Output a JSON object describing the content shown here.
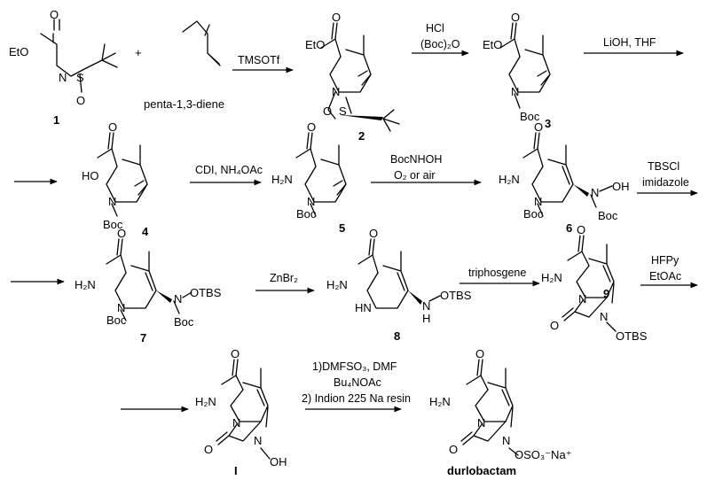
{
  "scheme": {
    "compounds": [
      {
        "id": "c1",
        "number": "1"
      },
      {
        "id": "diene",
        "name": "penta-1,3-diene"
      },
      {
        "id": "c2",
        "number": "2"
      },
      {
        "id": "c3",
        "number": "3"
      },
      {
        "id": "c4",
        "number": "4"
      },
      {
        "id": "c5",
        "number": "5"
      },
      {
        "id": "c6",
        "number": "6"
      },
      {
        "id": "c7",
        "number": "7"
      },
      {
        "id": "c8",
        "number": "8"
      },
      {
        "id": "c9",
        "number": "9"
      },
      {
        "id": "cI",
        "number": "I"
      },
      {
        "id": "durlo",
        "name": "durlobactam"
      }
    ],
    "reagents": {
      "r1": [
        "TMSOTf"
      ],
      "r2": [
        "HCl",
        "(Boc)₂O"
      ],
      "r3": [
        "LiOH, THF"
      ],
      "r4": [
        "CDI, NH₄OAc"
      ],
      "r5": [
        "BocNHOH",
        "O₂ or air"
      ],
      "r6": [
        "TBSCl",
        "imidazole"
      ],
      "r7": [
        "ZnBr₂"
      ],
      "r8": [
        "triphosgene"
      ],
      "r9": [
        "HFPy",
        "EtOAc"
      ],
      "r10": [
        "1)DMFSO₃, DMF",
        "Bu₄NOAc",
        "2) Indion 225 Na resin"
      ]
    },
    "plus_sign": "+",
    "atom_labels": {
      "EtO": "EtO",
      "O": "O",
      "N": "N",
      "S": "S",
      "HO": "HO",
      "H2N": "H₂N",
      "Boc": "Boc",
      "OH": "OH",
      "OTBS": "OTBS",
      "HN": "HN",
      "H": "H",
      "OSO3Na": "OSO₃⁻Na⁺"
    }
  }
}
